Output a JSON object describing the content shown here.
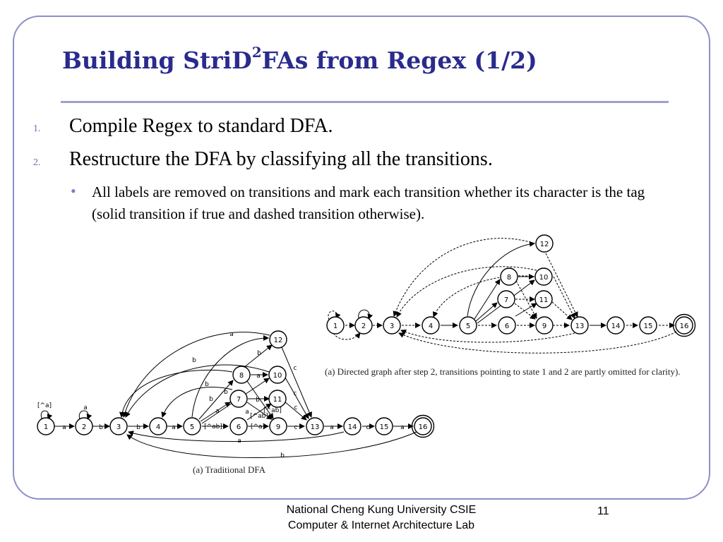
{
  "slide": {
    "title_main": "Building StriD",
    "title_sup": "2",
    "title_rest": "FAs from Regex (1/2)",
    "items": [
      {
        "number": "1.",
        "text": "Compile Regex to standard DFA."
      },
      {
        "number": "2.",
        "text": "Restructure the DFA by classifying all the transitions."
      }
    ],
    "sub_bullet": "All labels are removed on transitions and mark each transition whether its character is the tag (solid transition if true and dashed transition otherwise).",
    "caption_right": "(a) Directed graph after step 2, transitions pointing to state 1 and 2 are partly omitted for clarity).",
    "caption_left": "(a) Traditional DFA",
    "footer_line1": "National Cheng Kung University CSIE",
    "footer_line2": "Computer & Internet Architecture Lab",
    "page_number": "11"
  },
  "dfa_left": {
    "states": [
      "1",
      "2",
      "3",
      "4",
      "5",
      "6",
      "7",
      "8",
      "9",
      "10",
      "11",
      "12",
      "13",
      "14",
      "15",
      "16"
    ],
    "edge_labels": [
      "a",
      "b",
      "b",
      "a",
      "[^ab]",
      "[^a]",
      "c",
      "a",
      "c",
      "a",
      "b",
      "a",
      "b",
      "a",
      "b",
      "c",
      "c",
      "a",
      "b",
      "b",
      "b",
      "a",
      "a",
      "[^a]",
      "[^ab]",
      "[^ab]"
    ],
    "self_loop_labels": [
      "[^a]",
      "a"
    ]
  },
  "dfa_right": {
    "states": [
      "1",
      "2",
      "3",
      "4",
      "5",
      "6",
      "7",
      "8",
      "9",
      "10",
      "11",
      "12",
      "13",
      "14",
      "15",
      "16"
    ]
  }
}
